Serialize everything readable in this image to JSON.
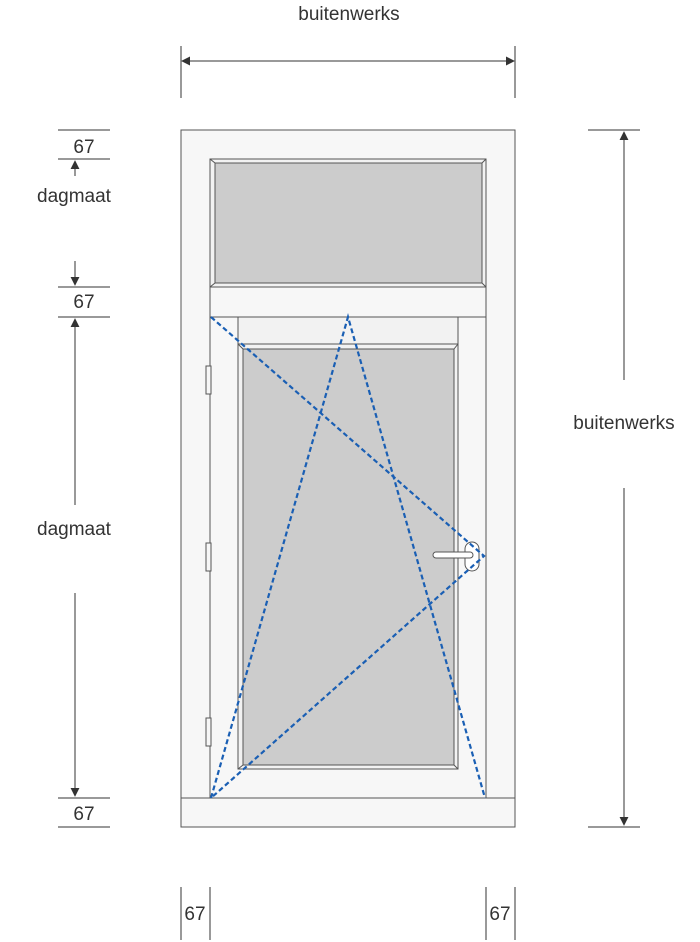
{
  "labels": {
    "outer_width": "buitenwerks",
    "outer_height": "buitenwerks",
    "daylight_top": "dagmaat",
    "daylight_bottom": "dagmaat"
  },
  "dimensions": {
    "frame_top": "67",
    "transom": "67",
    "frame_bottom": "67",
    "frame_left": "67",
    "frame_right": "67"
  },
  "colors": {
    "line": "#333333",
    "frame_fill": "#f7f7f7",
    "frame_stroke": "#555555",
    "glass": "#cccccc",
    "opening_symbol": "#1a5fb4"
  }
}
